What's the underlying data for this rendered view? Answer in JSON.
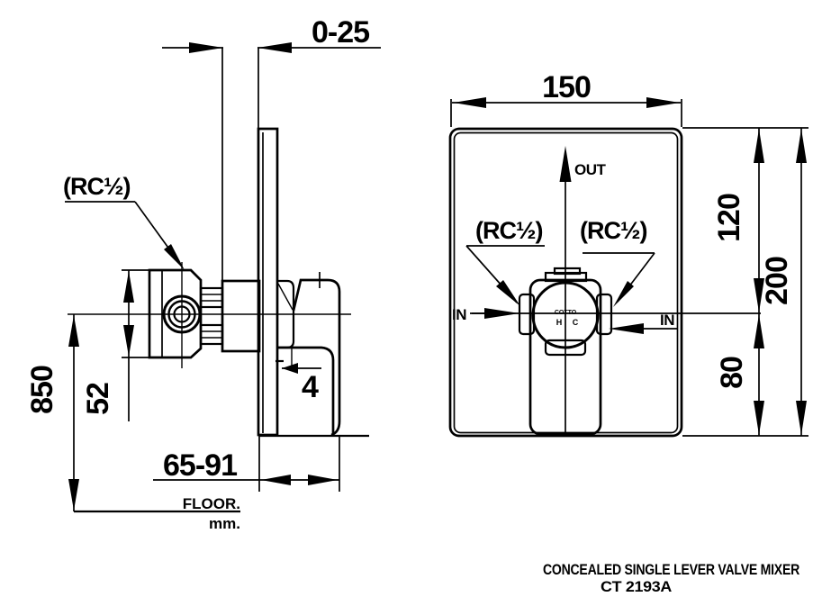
{
  "side_view": {
    "dim_wall_range": "0-25",
    "dim_height_from_floor": "850",
    "dim_body_height": "52",
    "dim_depth_range": "65-91",
    "dim_trim_gap": "4",
    "thread_label": "(RC½)",
    "floor_label": "FLOOR.",
    "unit_label": "mm."
  },
  "front_view": {
    "dim_plate_width": "150",
    "dim_top_to_center": "120",
    "dim_plate_height": "200",
    "dim_center_to_bottom": "80",
    "out_label": "OUT",
    "in_left_label": "IN",
    "in_right_label": "IN",
    "thread_left_label": "(RC½)",
    "thread_right_label": "(RC½)",
    "cartridge_logo": "COTTO",
    "hot_marker": "H",
    "cold_marker": "C"
  },
  "caption": {
    "title": "CONCEALED SINGLE LEVER VALVE MIXER",
    "model": "CT 2193A"
  }
}
